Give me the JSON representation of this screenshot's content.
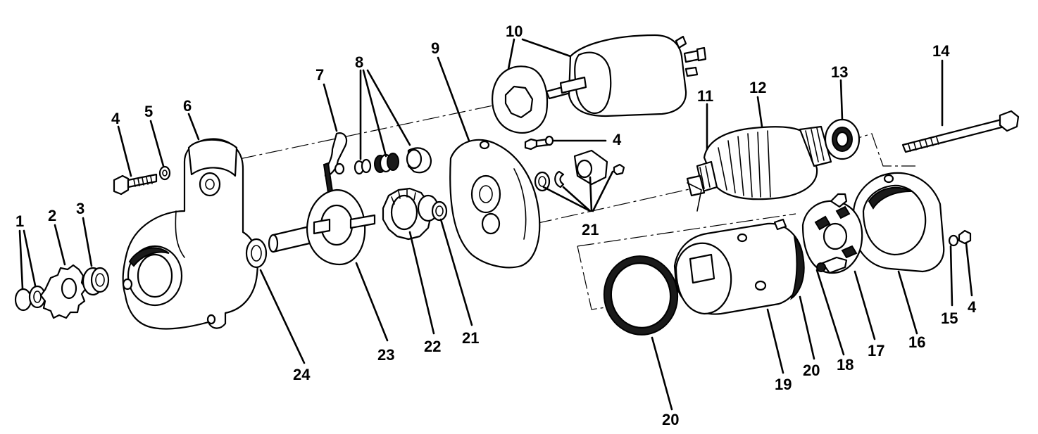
{
  "diagram": {
    "callouts": [
      "1",
      "2",
      "3",
      "4",
      "5",
      "6",
      "7",
      "8",
      "9",
      "10",
      "11",
      "12",
      "13",
      "14",
      "4",
      "21",
      "15",
      "4",
      "16",
      "17",
      "18",
      "20",
      "19",
      "20",
      "21",
      "22",
      "23",
      "24"
    ],
    "colors": {
      "ink": "#000000",
      "paper": "#ffffff"
    }
  }
}
